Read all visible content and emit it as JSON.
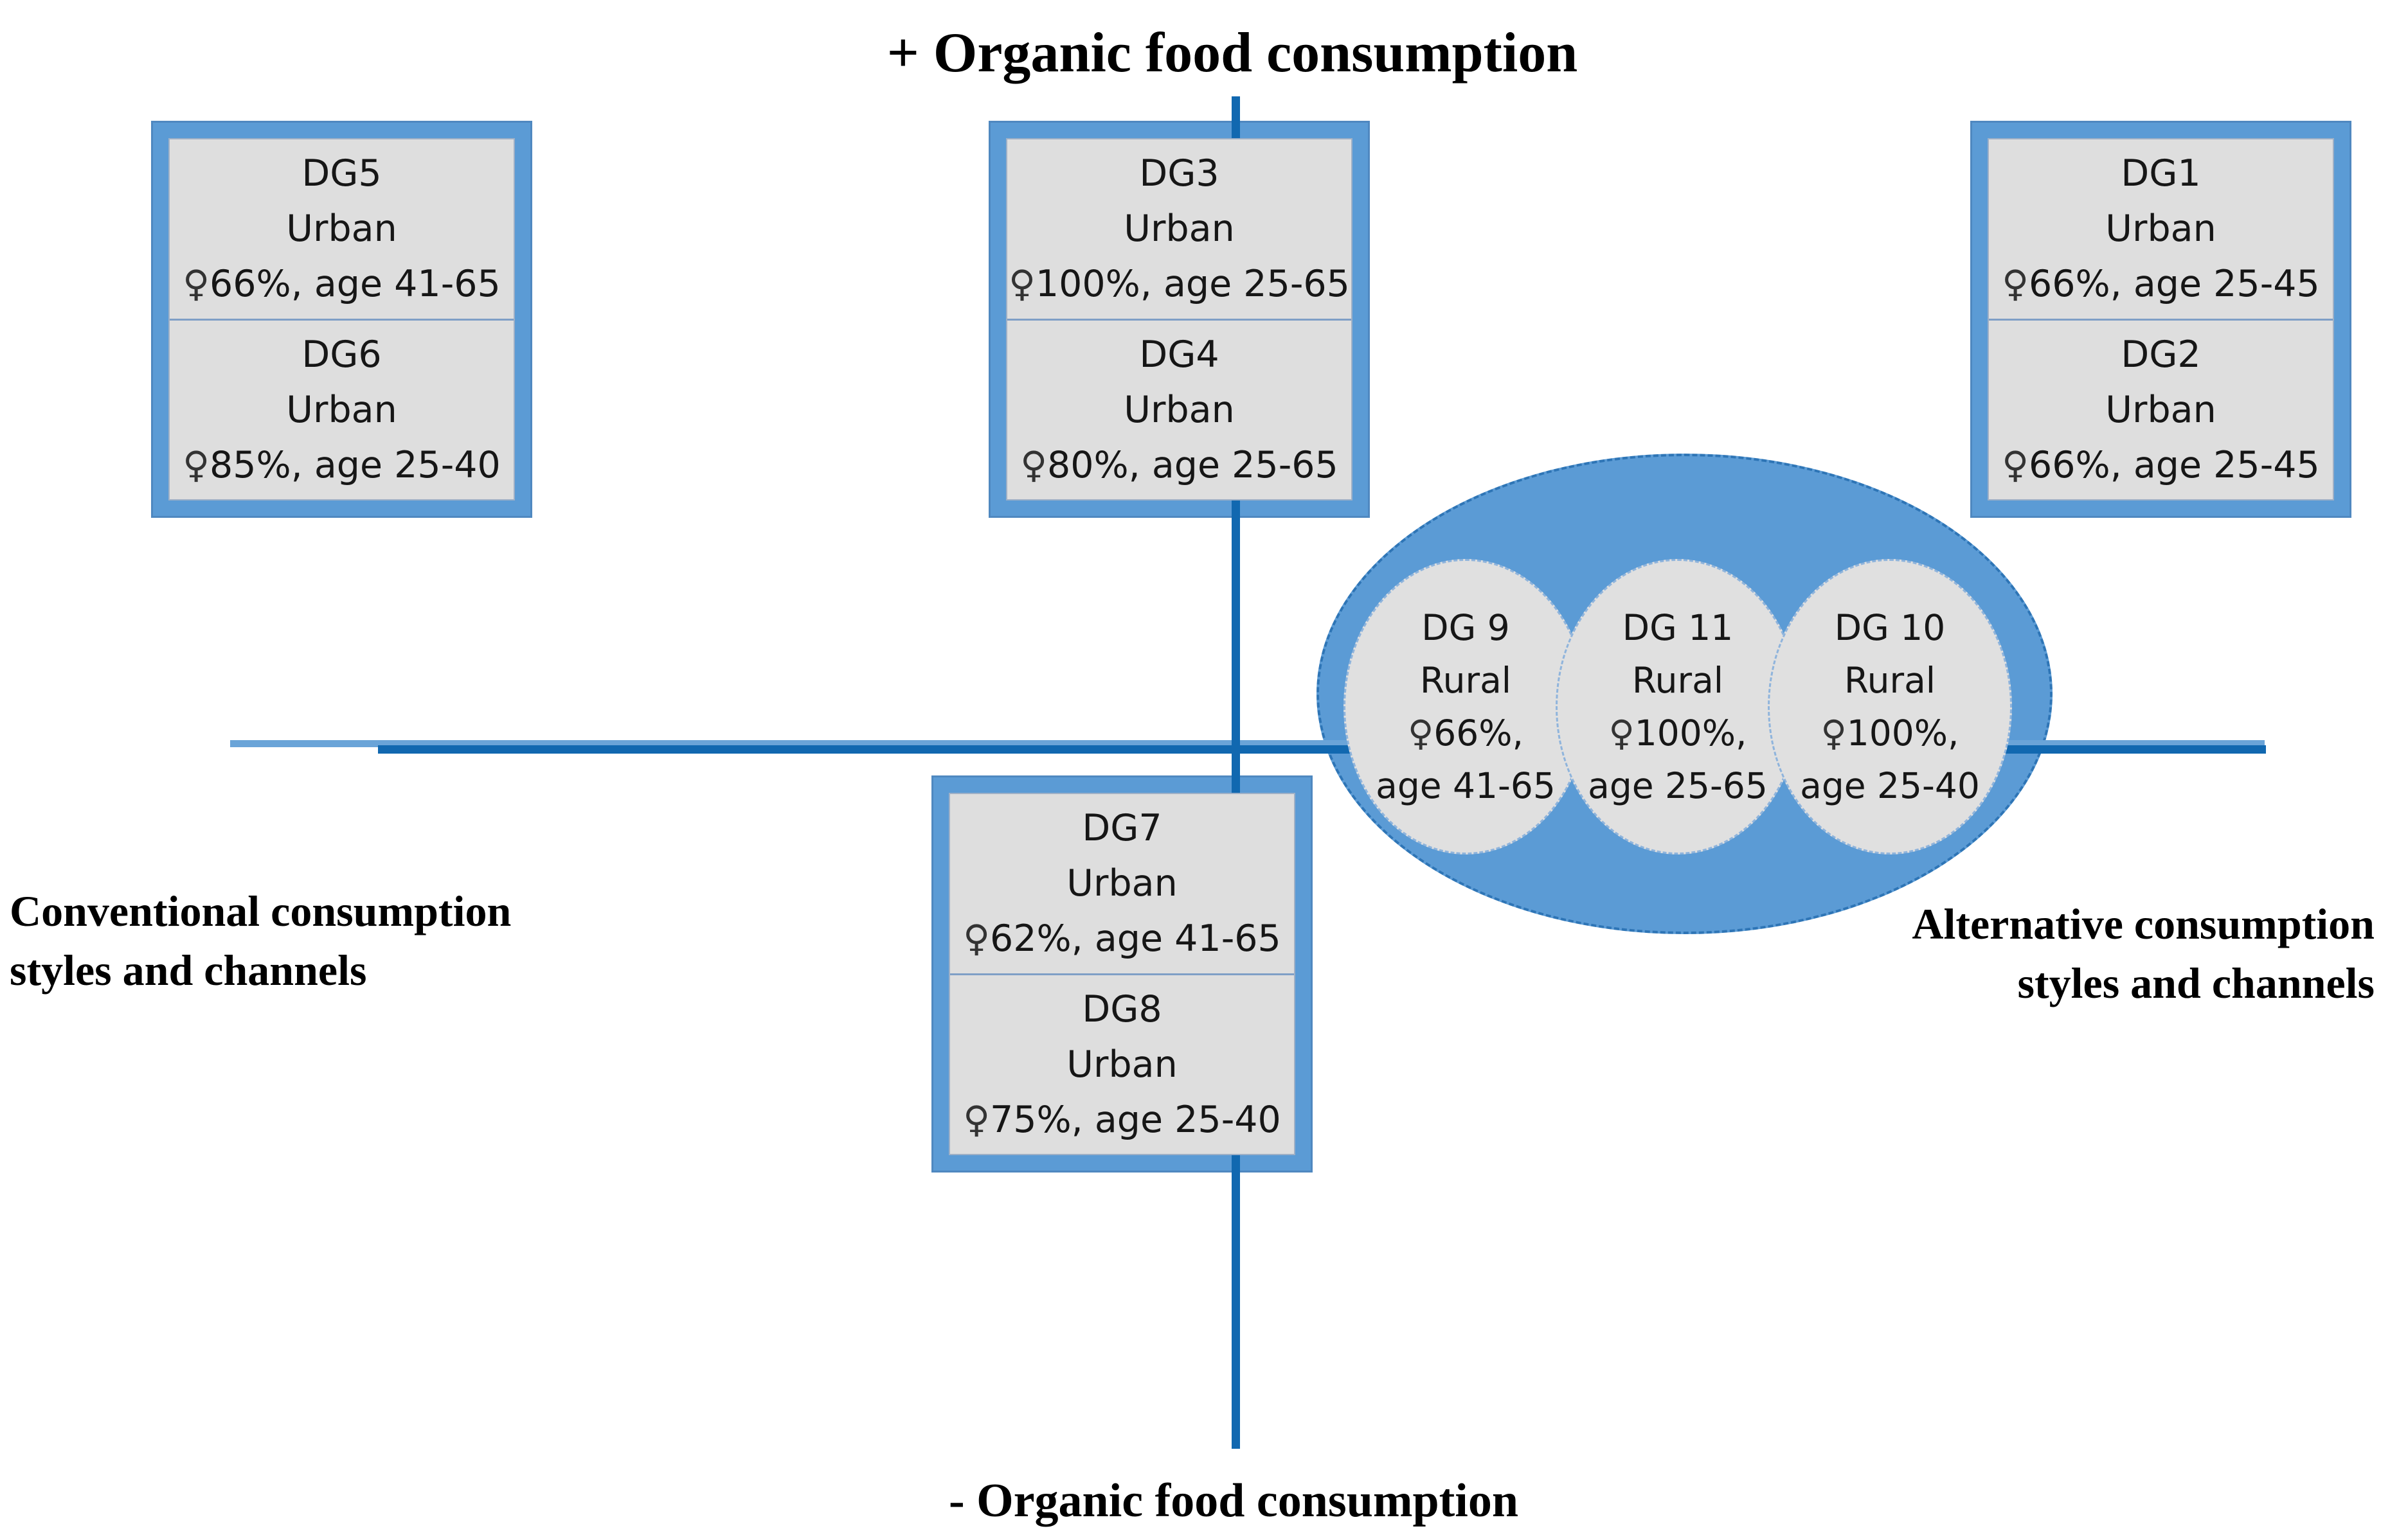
{
  "axes": {
    "top_label": "+ Organic food consumption",
    "bottom_label": "- Organic food consumption",
    "left_label_line1": "Conventional consumption",
    "left_label_line2": "styles and channels",
    "right_label_line1": "Alternative consumption",
    "right_label_line2": "styles and channels"
  },
  "female_symbol": "♀",
  "boxes": [
    {
      "position": "top-left",
      "segments": [
        {
          "name": "DG5",
          "area": "Urban",
          "stats": "66%, age 41-65"
        },
        {
          "name": "DG6",
          "area": "Urban",
          "stats": "85%, age 25-40"
        }
      ]
    },
    {
      "position": "top-center",
      "segments": [
        {
          "name": "DG3",
          "area": "Urban",
          "stats": "100%, age 25-65"
        },
        {
          "name": "DG4",
          "area": "Urban",
          "stats": "80%, age 25-65"
        }
      ]
    },
    {
      "position": "top-right",
      "segments": [
        {
          "name": "DG1",
          "area": "Urban",
          "stats": "66%, age 25-45"
        },
        {
          "name": "DG2",
          "area": "Urban",
          "stats": "66%, age 25-45"
        }
      ]
    },
    {
      "position": "bottom-center",
      "segments": [
        {
          "name": "DG7",
          "area": "Urban",
          "stats": "62%, age 41-65"
        },
        {
          "name": "DG8",
          "area": "Urban",
          "stats": "75%, age 25-40"
        }
      ]
    }
  ],
  "cluster": {
    "ellipses": [
      {
        "name": "DG 9",
        "area": "Rural",
        "pct": "66%,",
        "age": "age 41-65"
      },
      {
        "name": "DG 11",
        "area": "Rural",
        "pct": "100%,",
        "age": "age 25-65"
      },
      {
        "name": "DG 10",
        "area": "Rural",
        "pct": "100%,",
        "age": "age 25-40"
      }
    ]
  },
  "colors": {
    "frame_blue": "#5b9bd5",
    "axis_blue": "#1168b0",
    "fill_gray": "#dedede",
    "divider_blue_gray": "#7f9fc6",
    "ellipse_dash_outline": "#2e75b6",
    "text": "#111111"
  }
}
